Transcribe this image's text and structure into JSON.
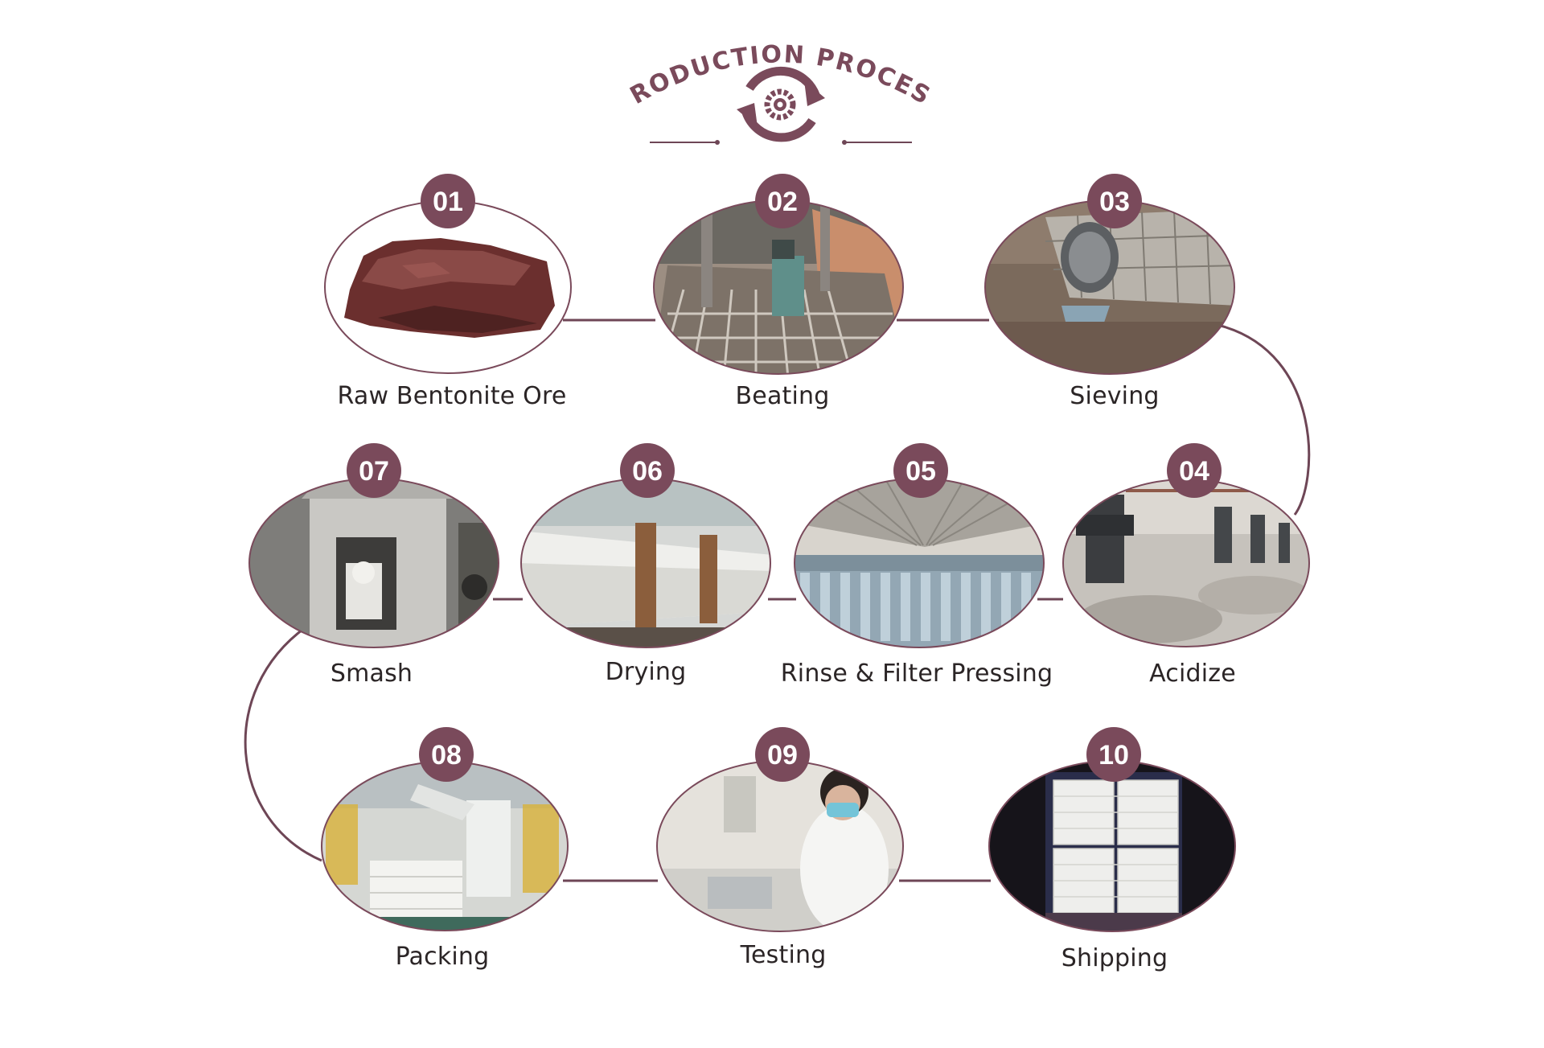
{
  "header": {
    "title": "PRODUCTION PROCESS",
    "icon": "gear-cycle-icon"
  },
  "colors": {
    "accent": "#7a4a5b",
    "line": "#6e4656",
    "label": "#2b2526",
    "badge_text": "#ffffff"
  },
  "steps": [
    {
      "number": "01",
      "label": "Raw Bentonite Ore",
      "photo": "raw-ore-photo"
    },
    {
      "number": "02",
      "label": "Beating",
      "photo": "beating-photo"
    },
    {
      "number": "03",
      "label": "Sieving",
      "photo": "sieving-photo"
    },
    {
      "number": "04",
      "label": "Acidize",
      "photo": "acidize-photo"
    },
    {
      "number": "05",
      "label": "Rinse & Filter Pressing",
      "photo": "filter-press-photo"
    },
    {
      "number": "06",
      "label": "Drying",
      "photo": "drying-photo"
    },
    {
      "number": "07",
      "label": "Smash",
      "photo": "smash-photo"
    },
    {
      "number": "08",
      "label": "Packing",
      "photo": "packing-photo"
    },
    {
      "number": "09",
      "label": "Testing",
      "photo": "testing-photo"
    },
    {
      "number": "10",
      "label": "Shipping",
      "photo": "shipping-photo"
    }
  ]
}
